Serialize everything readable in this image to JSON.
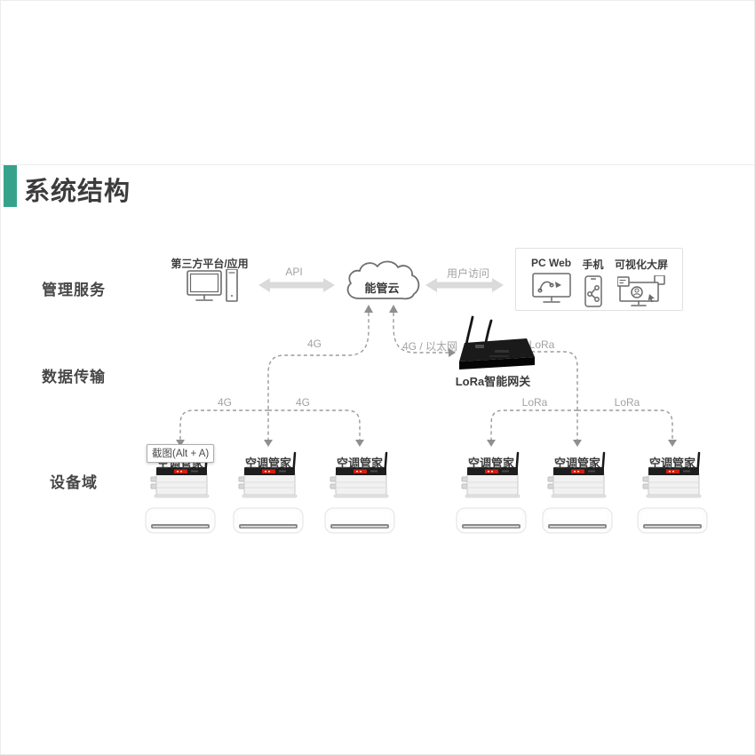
{
  "header": {
    "title": "系统结构"
  },
  "row_labels": {
    "management": "管理服务",
    "transmission": "数据传输",
    "devices": "设备域"
  },
  "management_layer": {
    "third_party_label": "第三方平台/应用",
    "api_link_label": "API",
    "cloud_label": "能管云",
    "user_access_label": "用户访问",
    "terminals": [
      {
        "label": "PC Web"
      },
      {
        "label": "手机"
      },
      {
        "label": "可视化大屏"
      }
    ]
  },
  "transmission_layer": {
    "gateway_label": "LoRa智能网关",
    "link_4g_cloud": "4G",
    "link_4g_ethernet": "4G / 以太网",
    "link_lora_gateway": "LoRa",
    "branch_left": [
      "4G",
      "4G"
    ],
    "branch_right": [
      "LoRa",
      "LoRa"
    ]
  },
  "device_layer": {
    "units": [
      {
        "label": "空调管家"
      },
      {
        "label": "空调管家"
      },
      {
        "label": "空调管家"
      },
      {
        "label": "空调管家"
      },
      {
        "label": "空调管家"
      },
      {
        "label": "空调管家"
      }
    ]
  },
  "tooltip": {
    "text": "截图(Alt + A)"
  },
  "colors": {
    "accent_green": "#36a28b",
    "title_text": "#3c3c3c",
    "connector_gray": "#9b9b9b",
    "solid_arrow_gray": "#dadada",
    "label_gray": "#a2a2a2"
  }
}
